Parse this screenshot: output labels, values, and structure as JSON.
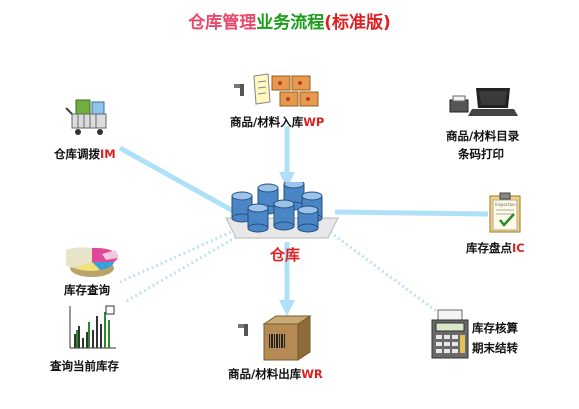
{
  "title": {
    "part1": "仓库管理",
    "part2": "业务流程",
    "part3": "(标准版)",
    "color1": "#e8496b",
    "color2": "#1a9e1a",
    "color3": "#e02020"
  },
  "center": {
    "label": "仓库"
  },
  "nodes": {
    "inbound": {
      "text": "商品/材料入库",
      "code": "WP"
    },
    "transfer": {
      "text": "仓库调拨",
      "code": "IM"
    },
    "barcode": {
      "line1": "商品/材料目录",
      "line2": "条码打印"
    },
    "stocktake": {
      "text": "库存盘点",
      "code": "IC"
    },
    "query": {
      "text": "库存查询"
    },
    "current": {
      "text": "查询当前库存"
    },
    "outbound": {
      "text": "商品/材料出库",
      "code": "WR"
    },
    "closing": {
      "line1": "库存核算",
      "line2": "期末结转"
    }
  },
  "clipboard_text": "Inspection",
  "colors": {
    "arrow": "#aee0f7",
    "dotted": "#bfe3f2",
    "accent": "#e02020"
  }
}
